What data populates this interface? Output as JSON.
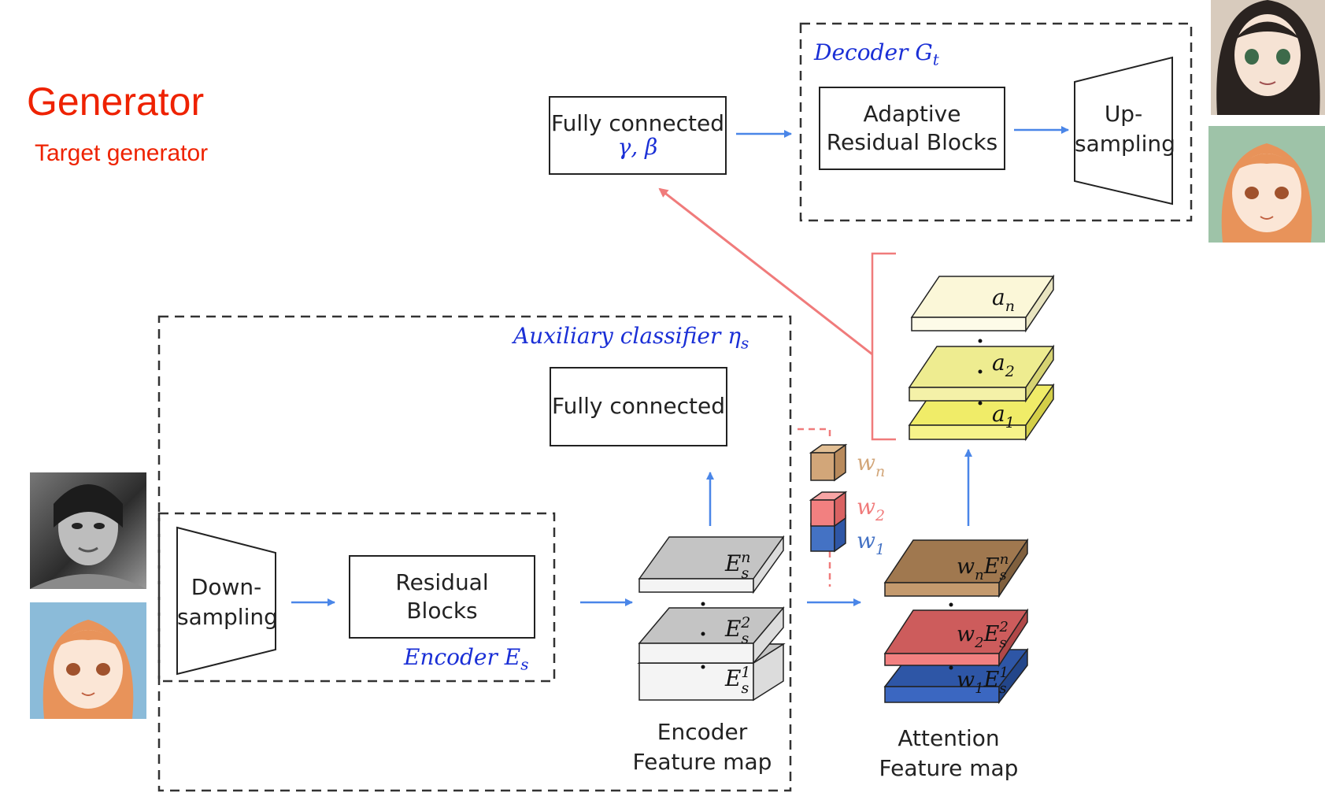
{
  "title": "Generator",
  "subtitle": "Target generator",
  "decoder": {
    "label": "Decoder G",
    "label_sub": "t",
    "adaptive_line1": "Adaptive",
    "adaptive_line2": "Residual Blocks",
    "upsampling_line1": "Up-",
    "upsampling_line2": "sampling"
  },
  "fc_top": {
    "label": "Fully connected",
    "params": "γ, β"
  },
  "aux_classifier": {
    "label": "Auxiliary classifier η",
    "label_sub": "s",
    "fc_label": "Fully connected"
  },
  "encoder": {
    "label": "Encoder E",
    "label_sub": "s",
    "downsampling_line1": "Down-",
    "downsampling_line2": "sampling",
    "residual_line1": "Residual",
    "residual_line2": "Blocks"
  },
  "encoder_feature_map": {
    "caption_line1": "Encoder",
    "caption_line2": "Feature map",
    "layers": [
      {
        "base": "E",
        "sub": "s",
        "sup": "n"
      },
      {
        "base": "E",
        "sub": "s",
        "sup": "2"
      },
      {
        "base": "E",
        "sub": "s",
        "sup": "1"
      }
    ]
  },
  "weights": [
    {
      "base": "w",
      "sub": "n",
      "color": "#d2a679"
    },
    {
      "base": "w",
      "sub": "2",
      "color": "#f28080"
    },
    {
      "base": "w",
      "sub": "1",
      "color": "#4472c4"
    }
  ],
  "attention_feature_map": {
    "caption_line1": "Attention",
    "caption_line2": "Feature map",
    "layers": [
      {
        "w_sub": "n",
        "sup": "n",
        "color": "#a0784f"
      },
      {
        "w_sub": "2",
        "sup": "2",
        "color": "#cd5c5c"
      },
      {
        "w_sub": "1",
        "sup": "1",
        "color": "#2e56a6"
      }
    ]
  },
  "attention_maps": [
    {
      "base": "a",
      "sub": "n",
      "color": "#fbf7d8"
    },
    {
      "base": "a",
      "sub": "2",
      "color": "#eeec90"
    },
    {
      "base": "a",
      "sub": "1",
      "color": "#f0ec68"
    }
  ],
  "colors": {
    "title": "#ee2200",
    "math": "#1a2fd6",
    "arrow_blue": "#4a86e8",
    "arrow_red": "#f07b7b"
  }
}
